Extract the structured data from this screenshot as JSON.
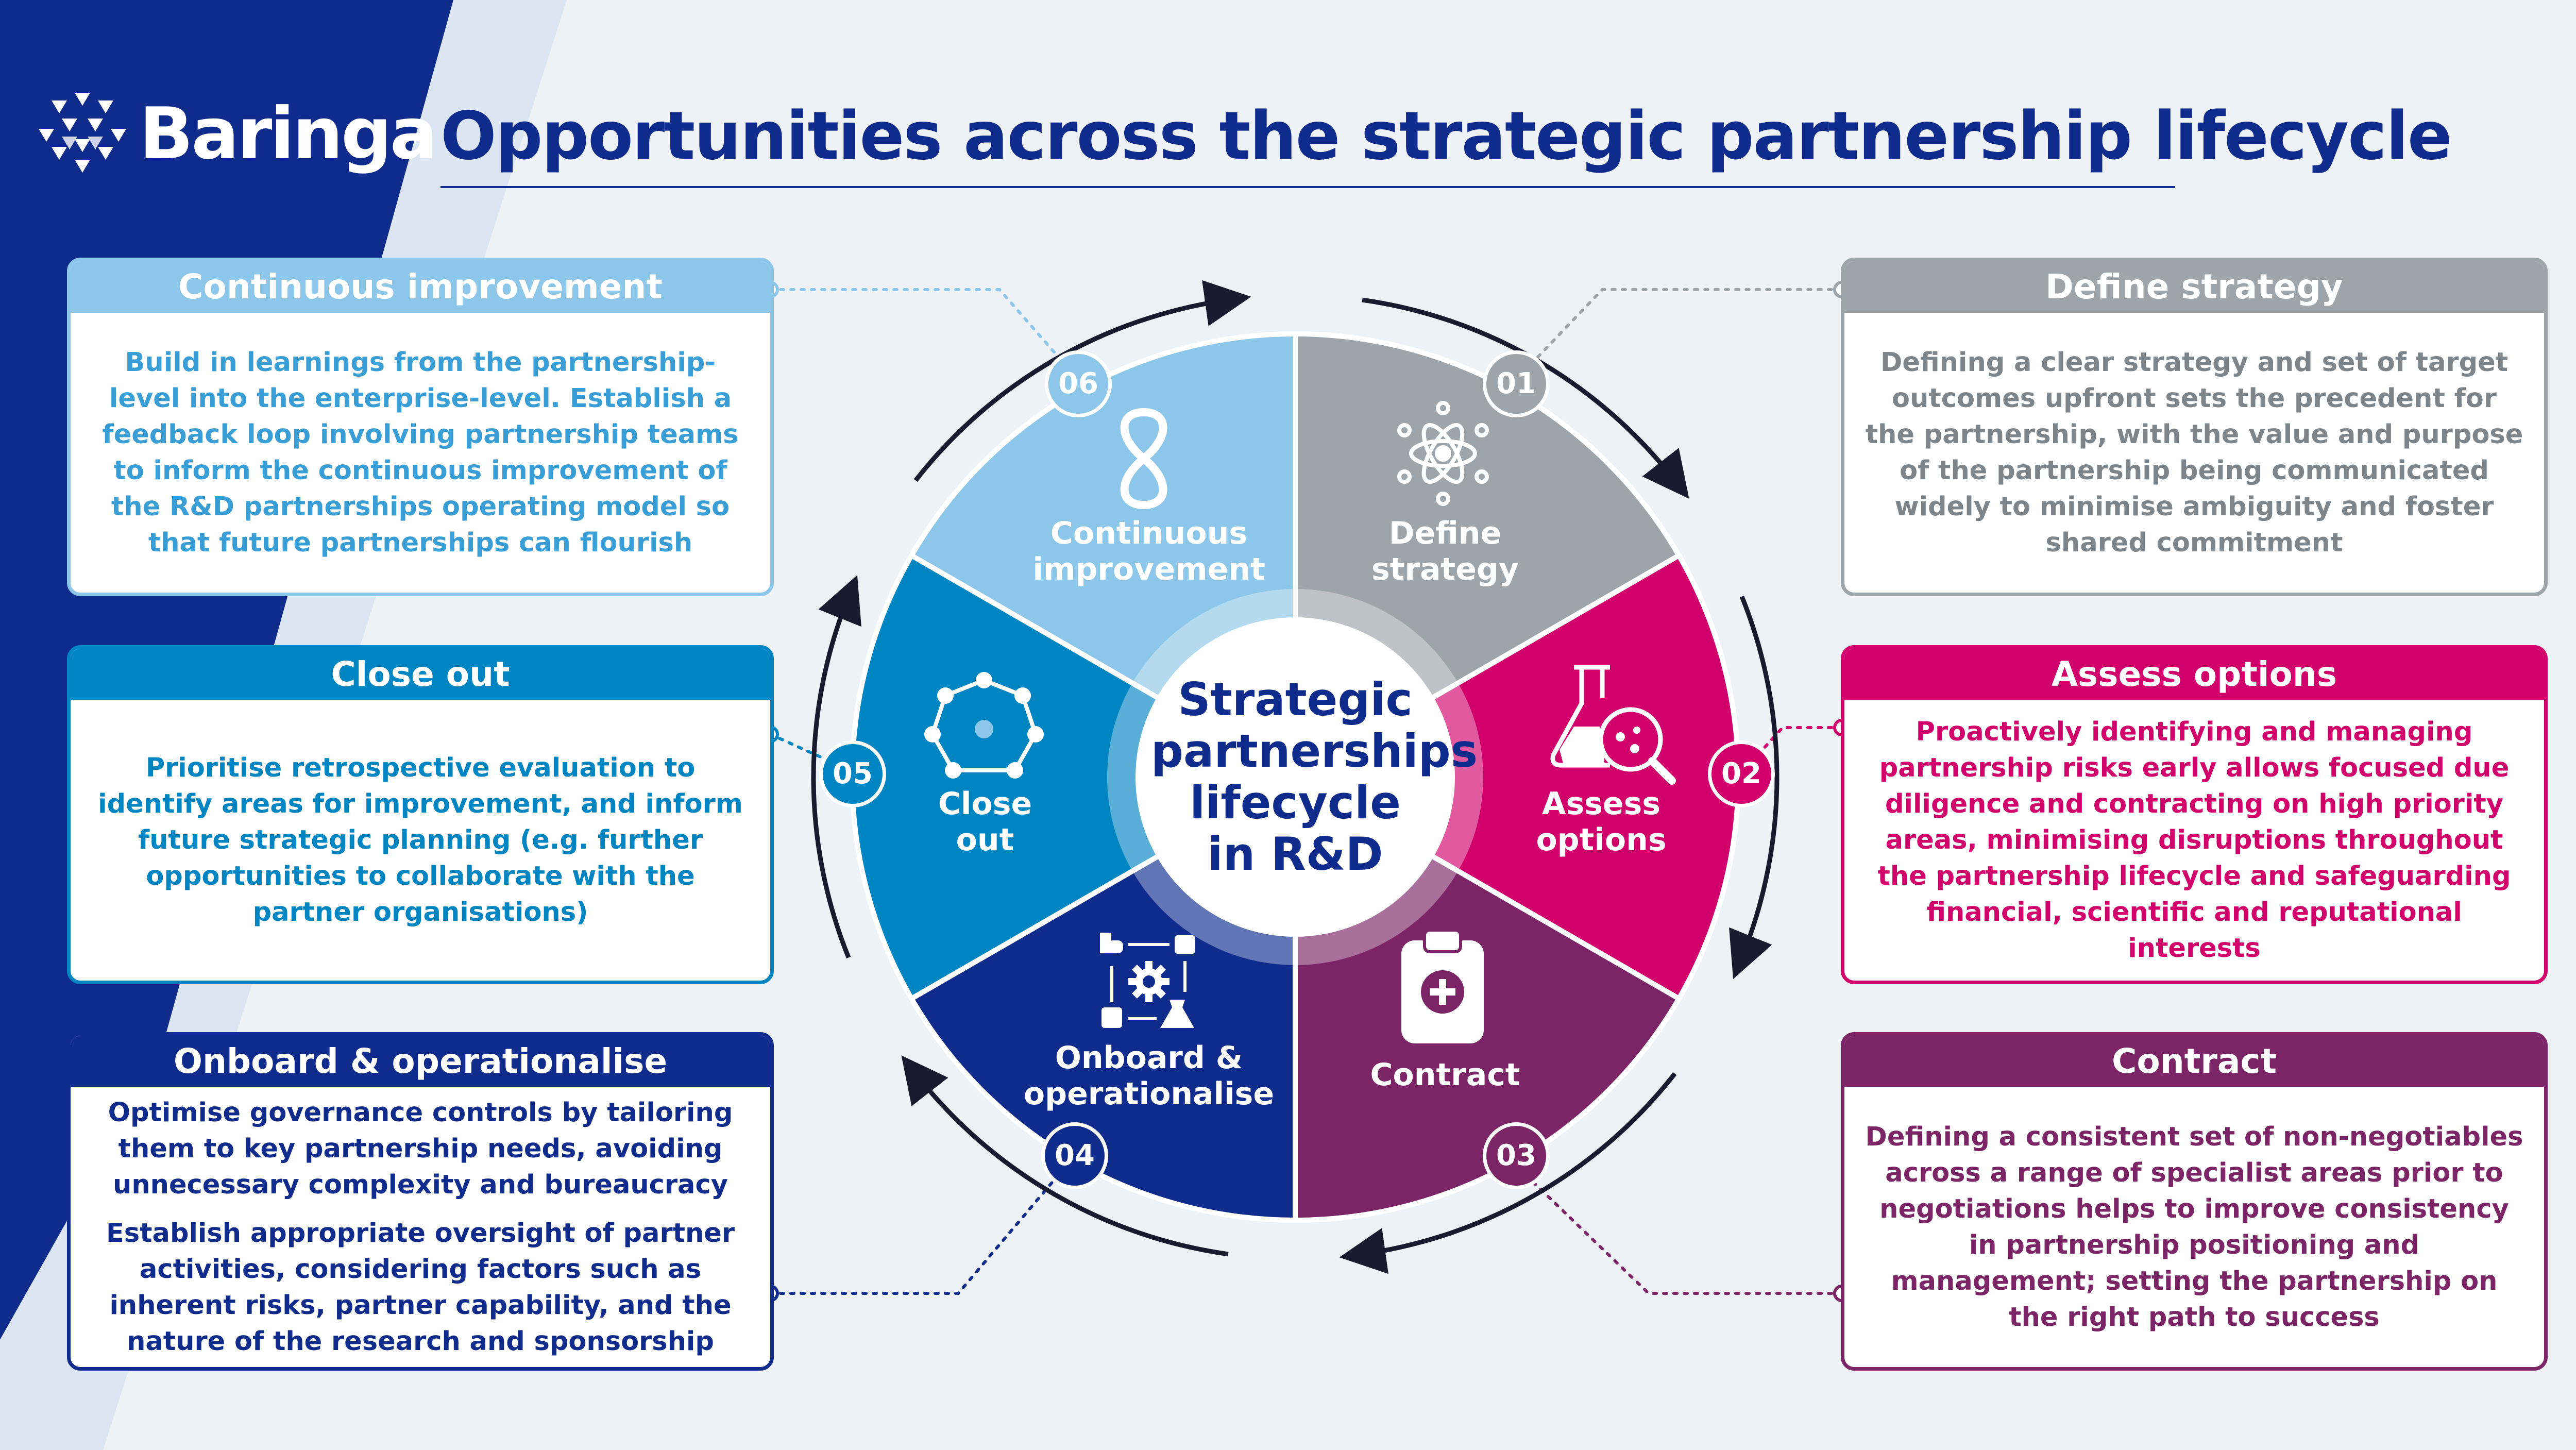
{
  "brand": {
    "name": "Baringa"
  },
  "title": "Opportunities across the strategic partnership lifecycle",
  "center": {
    "text_lines": [
      "Strategic",
      "partnerships",
      "lifecycle",
      "in R&D"
    ]
  },
  "colors": {
    "navy": "#0f2b8c",
    "define": "#9da4aa",
    "assess": "#d1006b",
    "contract": "#7b2466",
    "onboard": "#0f2b8c",
    "close": "#0085c3",
    "continuous": "#8cc6e8",
    "continuous_text": "#3a9ed6"
  },
  "segments": [
    {
      "id": "define",
      "number": "01",
      "label_lines": [
        "Define",
        "strategy"
      ],
      "icon": "atom-network-icon"
    },
    {
      "id": "assess",
      "number": "02",
      "label_lines": [
        "Assess",
        "options"
      ],
      "icon": "flask-magnifier-icon"
    },
    {
      "id": "contract",
      "number": "03",
      "label_lines": [
        "Contract"
      ],
      "icon": "clipboard-medical-icon"
    },
    {
      "id": "onboard",
      "number": "04",
      "label_lines": [
        "Onboard &",
        "operationalise"
      ],
      "icon": "gear-flask-workflow-icon"
    },
    {
      "id": "close",
      "number": "05",
      "label_lines": [
        "Close",
        "out"
      ],
      "icon": "heptagon-network-icon"
    },
    {
      "id": "continuous",
      "number": "06",
      "label_lines": [
        "Continuous",
        "improvement"
      ],
      "icon": "infinity-icon"
    }
  ],
  "cards": {
    "continuous": {
      "title": "Continuous improvement",
      "body": [
        "Build in learnings from the partnership-level into the enterprise-level. Establish a feedback loop involving partnership teams to inform the continuous improvement of the R&D partnerships operating model so that future partnerships can flourish"
      ]
    },
    "close": {
      "title": "Close out",
      "body": [
        "Prioritise retrospective evaluation to identify areas for improvement, and inform future strategic planning (e.g. further opportunities to collaborate with the partner organisations)"
      ]
    },
    "onboard": {
      "title": "Onboard & operationalise",
      "body": [
        "Optimise governance controls by tailoring them to key partnership needs, avoiding unnecessary complexity and bureaucracy",
        "Establish appropriate oversight of partner activities, considering factors such as inherent risks, partner capability, and the nature of the research and sponsorship"
      ]
    },
    "define": {
      "title": "Define strategy",
      "body": [
        "Defining a clear strategy and set of target outcomes upfront sets the precedent for the partnership, with the value and purpose of the partnership being communicated widely to minimise ambiguity and foster shared commitment"
      ]
    },
    "assess": {
      "title": "Assess options",
      "body": [
        "Proactively identifying and managing partnership risks early allows focused due diligence and contracting on high priority areas, minimising disruptions throughout the partnership lifecycle and safeguarding financial, scientific and reputational interests"
      ]
    },
    "contract": {
      "title": "Contract",
      "body": [
        "Defining a consistent set of non-negotiables across a range of specialist areas prior to negotiations helps to improve consistency in partnership positioning and management; setting the partnership on the right path to success"
      ]
    }
  }
}
